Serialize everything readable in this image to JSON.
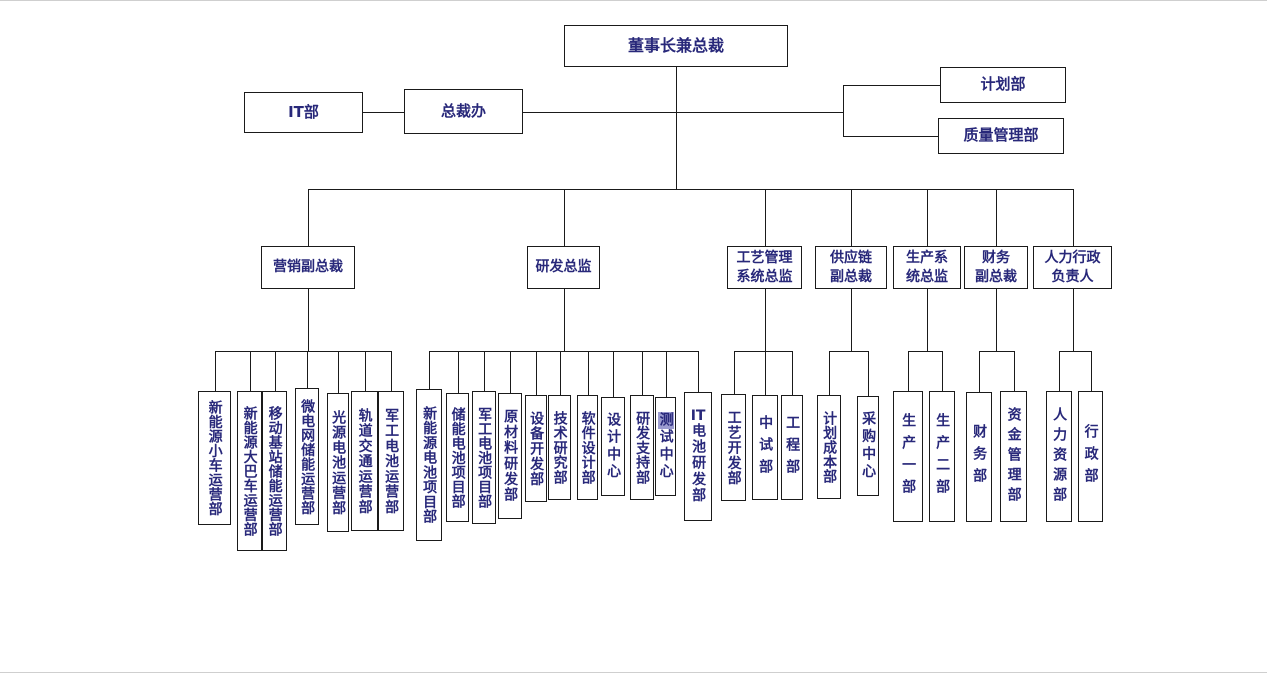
{
  "colors": {
    "text": "#28287A",
    "box_border": "#1a1a1a",
    "box_background": "#ffffff",
    "connector": "#1a1a1a",
    "selection_highlight": "#9c9cd0"
  },
  "chart": {
    "root": {
      "label": "董事长兼总裁"
    },
    "staff": [
      {
        "label": "IT部"
      },
      {
        "label": "总裁办"
      },
      {
        "label": "计划部"
      },
      {
        "label": "质量管理部"
      }
    ],
    "divisions": [
      {
        "label": "营销副总裁",
        "children": [
          {
            "label": "新能源小车运营部"
          },
          {
            "label": "新能源大巴车运营部"
          },
          {
            "label": "移动基站储能运营部"
          },
          {
            "label": "微电网储能运营部"
          },
          {
            "label": "光源电池运营部"
          },
          {
            "label": "轨道交通运营部"
          },
          {
            "label": "军工电池运营部"
          }
        ]
      },
      {
        "label": "研发总监",
        "children": [
          {
            "label": "新能源电池项目部"
          },
          {
            "label": "储能电池项目部"
          },
          {
            "label": "军工电池项目部"
          },
          {
            "label": "原材料研发部"
          },
          {
            "label": "设备开发部"
          },
          {
            "label": "技术研究部"
          },
          {
            "label": "软件设计部"
          },
          {
            "label": "设计中心"
          },
          {
            "label": "研发支持部"
          },
          {
            "label": "测试中心",
            "highlight_first_char": true
          },
          {
            "label": "IT电池研发部"
          }
        ]
      },
      {
        "label": "工艺管理\n系统总监",
        "children": [
          {
            "label": "工艺开发部"
          },
          {
            "label": "中试部"
          },
          {
            "label": "工程部"
          }
        ]
      },
      {
        "label": "供应链\n副总裁",
        "children": [
          {
            "label": "计划成本部"
          },
          {
            "label": "采购中心"
          }
        ]
      },
      {
        "label": "生产系\n统总监",
        "children": [
          {
            "label": "生产一部"
          },
          {
            "label": "生产二部"
          }
        ]
      },
      {
        "label": "财务\n副总裁",
        "children": [
          {
            "label": "财务部"
          },
          {
            "label": "资金管理部"
          }
        ]
      },
      {
        "label": "人力行政\n负责人",
        "children": [
          {
            "label": "人力资源部"
          },
          {
            "label": "行政部"
          }
        ]
      }
    ]
  }
}
